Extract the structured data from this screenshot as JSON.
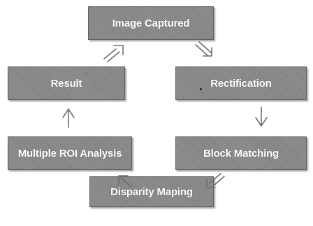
{
  "diagram": {
    "nodes": {
      "image_captured": "Image Captured",
      "rectification": "Rectification",
      "block_matching": "Block Matching",
      "disparity_maping": "Disparity Maping",
      "multiple_roi_analysis": "Multiple  ROI Analysis",
      "result": "Result"
    },
    "edges": [
      {
        "from": "image_captured",
        "to": "rectification"
      },
      {
        "from": "rectification",
        "to": "block_matching"
      },
      {
        "from": "block_matching",
        "to": "disparity_maping"
      },
      {
        "from": "disparity_maping",
        "to": "multiple_roi_analysis"
      },
      {
        "from": "multiple_roi_analysis",
        "to": "result"
      },
      {
        "from": "result",
        "to": "image_captured"
      }
    ],
    "colors": {
      "box_fill": "#8a8a8a",
      "box_text": "#ffffff",
      "arrow": "#6e6e6e"
    }
  }
}
